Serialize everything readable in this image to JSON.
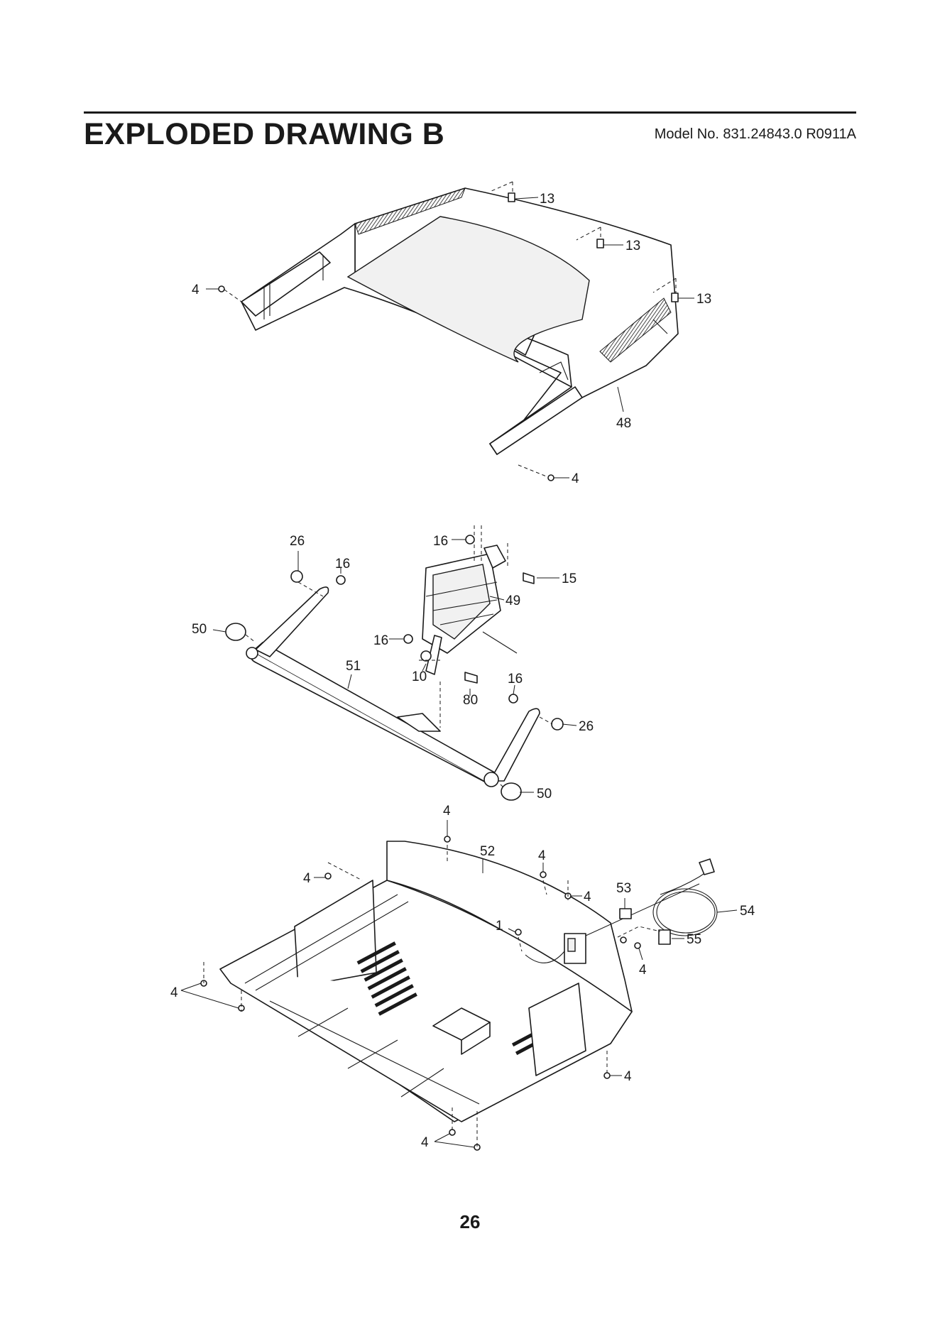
{
  "header": {
    "title": "EXPLODED DRAWING B",
    "model": "Model No. 831.24843.0 R0911A"
  },
  "callouts": {
    "c13a": "13",
    "c13b": "13",
    "c13c": "13",
    "c4_hood_left": "4",
    "c48": "48",
    "c4_hood_right": "4",
    "c26_top": "26",
    "c16_top": "16",
    "c16_left": "16",
    "c15": "15",
    "c49": "49",
    "c50_left": "50",
    "c51": "51",
    "c16_mid": "16",
    "c10": "10",
    "c80": "80",
    "c16_right": "16",
    "c26_right": "26",
    "c50_right": "50",
    "c4_base_top": "4",
    "c52": "52",
    "c4_base_a": "4",
    "c4_base_b": "4",
    "c4_base_c": "4",
    "c53": "53",
    "c54": "54",
    "c1": "1",
    "c55": "55",
    "c4_base_d": "4",
    "c4_base_left": "4",
    "c4_base_right": "4",
    "c4_base_bottom": "4"
  },
  "footer": {
    "page_number": "26"
  }
}
